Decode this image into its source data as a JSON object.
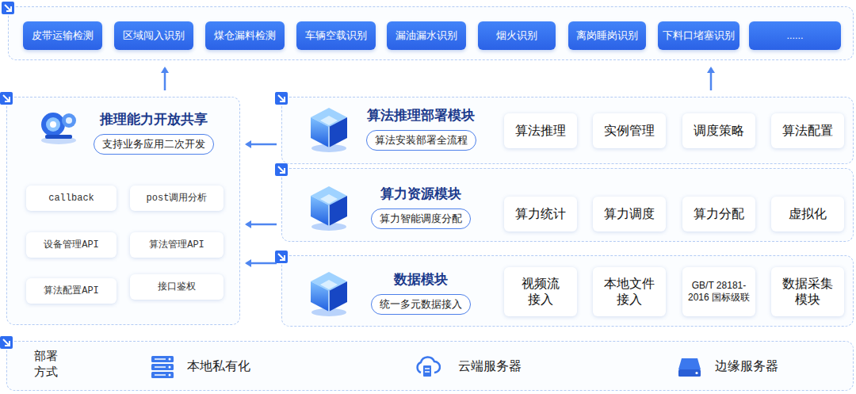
{
  "diagram": {
    "nodes": [
      {
        "text": []
      },
      {
        "text": [
          "皮带运输检测"
        ],
        "in": 0
      },
      {
        "text": [
          "区域闯入识别"
        ],
        "in": 0
      },
      {
        "text": [
          "煤仓漏料检测"
        ],
        "in": 0
      },
      {
        "text": [
          "车辆空载识别"
        ],
        "in": 0
      },
      {
        "text": [
          "漏油漏水识别"
        ],
        "in": 0
      },
      {
        "text": [
          "烟火识别"
        ],
        "in": 0
      },
      {
        "text": [
          "离岗睡岗识别"
        ],
        "in": 0
      },
      {
        "text": [
          "下料口堵塞识别"
        ],
        "in": 0
      },
      {
        "text": [
          "......"
        ],
        "in": 0
      },
      {
        "text": [
          "推理能力开放共享",
          "支持业务应用二次开发"
        ]
      },
      {
        "text": [
          "callback"
        ],
        "in": 10
      },
      {
        "text": [
          "post调用分析"
        ],
        "in": 10
      },
      {
        "text": [
          "设备管理API"
        ],
        "in": 10
      },
      {
        "text": [
          "算法管理API"
        ],
        "in": 10
      },
      {
        "text": [
          "算法配置API"
        ],
        "in": 10
      },
      {
        "text": [
          "接口鉴权"
        ],
        "in": 10
      },
      {
        "text": [
          "算法推理部署模块",
          "算法安装部署全流程"
        ]
      },
      {
        "text": [
          "算法推理"
        ],
        "in": 17
      },
      {
        "text": [
          "实例管理"
        ],
        "in": 17
      },
      {
        "text": [
          "调度策略"
        ],
        "in": 17
      },
      {
        "text": [
          "算法配置"
        ],
        "in": 17
      },
      {
        "text": [
          "算力资源模块",
          "算力智能调度分配"
        ]
      },
      {
        "text": [
          "算力统计"
        ],
        "in": 22
      },
      {
        "text": [
          "算力调度"
        ],
        "in": 22
      },
      {
        "text": [
          "算力分配"
        ],
        "in": 22
      },
      {
        "text": [
          "虚拟化"
        ],
        "in": 22
      },
      {
        "text": [
          "数据模块",
          "统一多元数据接入"
        ]
      },
      {
        "text": [
          "视频流 接入"
        ],
        "in": 27
      },
      {
        "text": [
          "本地文件 接入"
        ],
        "in": 27
      },
      {
        "text": [
          "GB/T 28181-2016 国标级联"
        ],
        "in": 27
      },
      {
        "text": [
          "数据采集 模块"
        ],
        "in": 27
      },
      {
        "text": [
          "部署 方式"
        ]
      }
    ],
    "edges": [
      {
        "from": 17,
        "to": 10,
        "arrow": "to"
      },
      {
        "from": 22,
        "to": 10,
        "arrow": "to"
      },
      {
        "from": 27,
        "to": 10,
        "arrow": "to"
      },
      {
        "from": 10,
        "to": 0,
        "arrow": "to"
      },
      {
        "from": 17,
        "to": 0,
        "arrow": "to"
      }
    ],
    "labels": [
      "本地私有化",
      "云端服务器",
      "边缘服务器"
    ]
  }
}
